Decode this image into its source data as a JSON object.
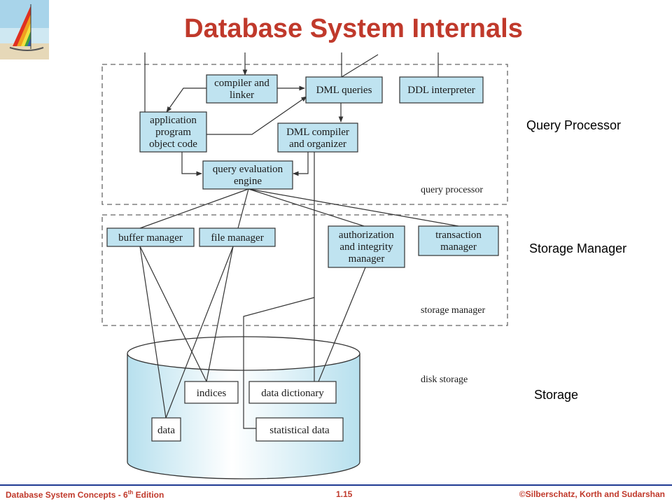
{
  "title": "Database System Internals",
  "colors": {
    "title": "#c0392b",
    "box_fill": "#bfe3f0",
    "box_stroke": "#333333",
    "footer": "#c0392b"
  },
  "logo": "sailboat-logo",
  "diagram": {
    "boxes": {
      "compiler_linker": [
        "compiler and",
        "linker"
      ],
      "dml_queries": [
        "DML queries"
      ],
      "ddl_interpreter": [
        "DDL interpreter"
      ],
      "app_object_code": [
        "application",
        "program",
        "object code"
      ],
      "dml_compiler": [
        "DML compiler",
        "and organizer"
      ],
      "query_engine": [
        "query evaluation",
        "engine"
      ],
      "buffer_manager": [
        "buffer manager"
      ],
      "file_manager": [
        "file manager"
      ],
      "auth_manager": [
        "authorization",
        "and integrity",
        "manager"
      ],
      "transaction_manager": [
        "transaction",
        "manager"
      ],
      "indices": [
        "indices"
      ],
      "data_dictionary": [
        "data dictionary"
      ],
      "data": [
        "data"
      ],
      "statistical_data": [
        "statistical data"
      ]
    },
    "regions": {
      "query_processor": "query processor",
      "storage_manager": "storage manager",
      "disk_storage": "disk storage"
    }
  },
  "side_labels": {
    "query_processor": "Query Processor",
    "storage_manager": "Storage Manager",
    "storage": "Storage"
  },
  "footer": {
    "left": "Database  System Concepts  - 6",
    "left_sup": "th",
    "left_suffix": " Edition",
    "center": "1.15",
    "right": "©Silberschatz, Korth and Sudarshan"
  }
}
